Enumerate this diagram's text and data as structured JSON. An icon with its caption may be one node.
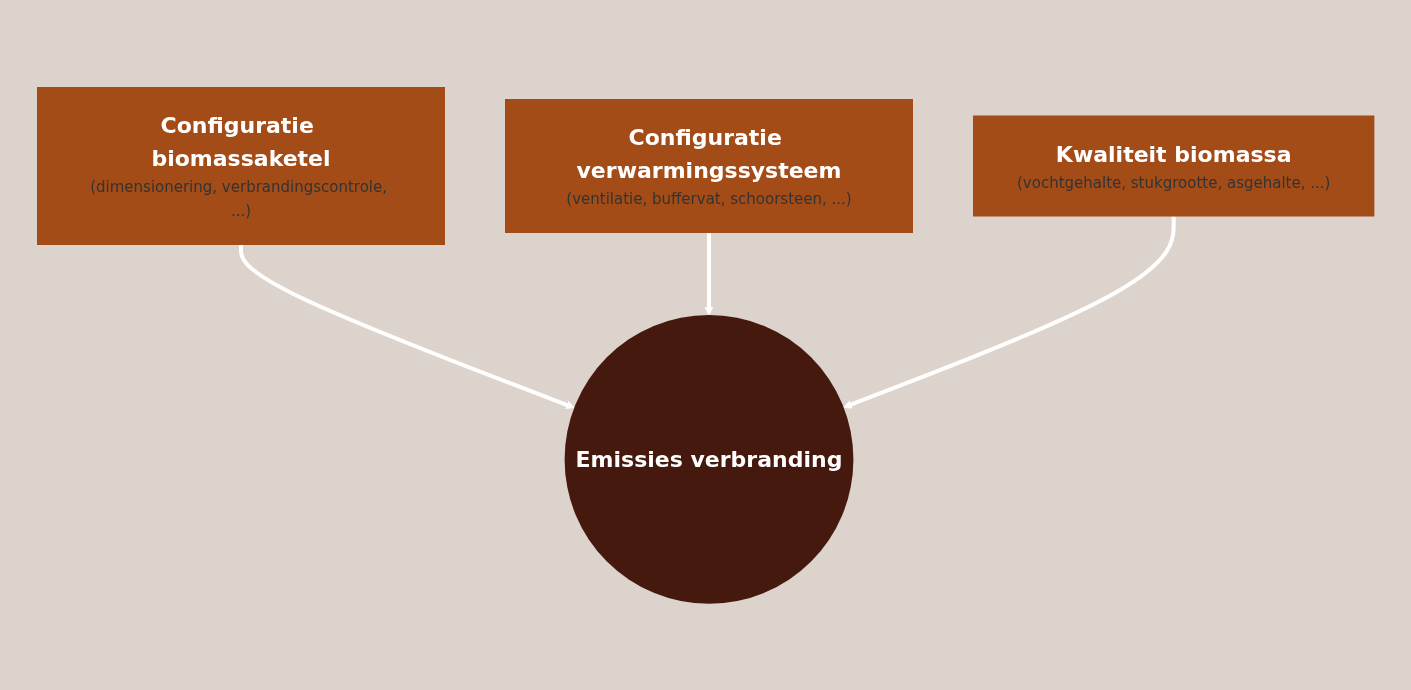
{
  "diagram": {
    "nodes": [
      {
        "text": [
          "Configuratie biomassaketel",
          "(dimensionering, verbrandingscontrole, ...)"
        ]
      },
      {
        "text": [
          "Configuratie verwarmingssysteem",
          "(ventilatie, buffervat, schoorsteen, ...)"
        ]
      },
      {
        "text": [
          "Kwaliteit biomassa",
          "(vochtgehalte, stukgrootte, asgehalte, ...)"
        ]
      },
      {
        "text": [
          "Emissies verbranding"
        ]
      }
    ],
    "edges": [
      {
        "from": 0,
        "to": 3,
        "arrow": "to"
      },
      {
        "from": 1,
        "to": 3,
        "arrow": "to"
      },
      {
        "from": 2,
        "to": 3,
        "arrow": "to"
      }
    ]
  }
}
